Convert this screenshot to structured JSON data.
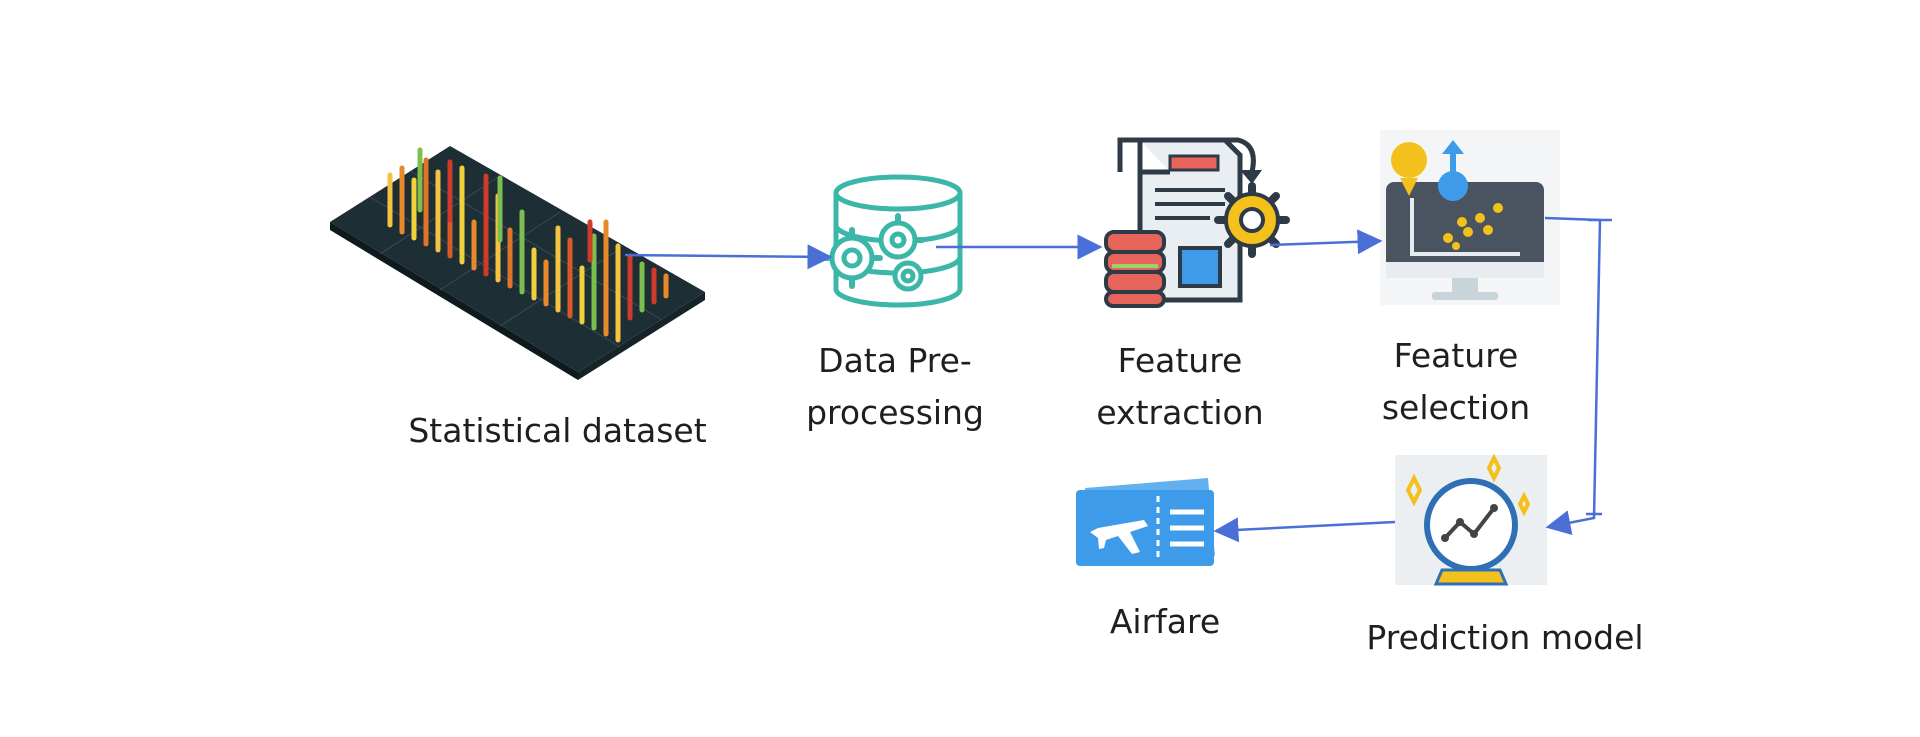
{
  "nodes": {
    "dataset": {
      "label": "Statistical dataset",
      "icon": "3d-surface-chart-icon"
    },
    "preprocessing": {
      "label_line1": "Data Pre-",
      "label_line2": "processing",
      "icon": "database-gears-icon"
    },
    "extraction": {
      "label_line1": "Feature",
      "label_line2": "extraction",
      "icon": "document-gear-icon"
    },
    "selection": {
      "label_line1": "Feature",
      "label_line2": "selection",
      "icon": "monitor-scatter-icon"
    },
    "model": {
      "label": "Prediction model",
      "icon": "crystal-ball-icon"
    },
    "airfare": {
      "label": "Airfare",
      "icon": "plane-ticket-icon"
    }
  },
  "colors": {
    "arrow": "#4a6fd6",
    "teal": "#3bb6a8",
    "ticket_blue": "#3d9be9",
    "gear_yellow": "#f4c01c",
    "stack_red": "#e7645a",
    "dark": "#2e3b47"
  }
}
